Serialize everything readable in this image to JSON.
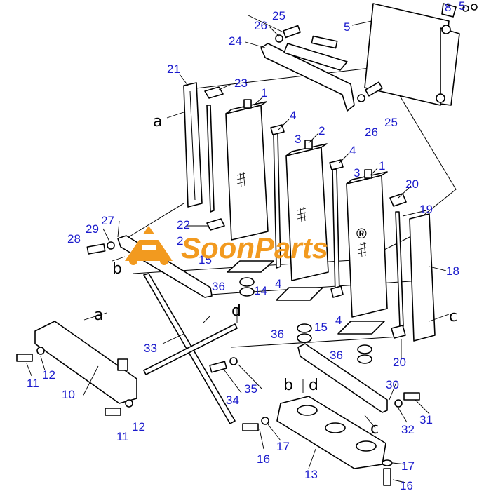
{
  "watermark": {
    "brand": "SoonParts",
    "registered": "®",
    "brand_color": "#f29a1f"
  },
  "callouts": [
    {
      "id": "c1",
      "text": "1"
    },
    {
      "id": "c1b",
      "text": "1"
    },
    {
      "id": "c2",
      "text": "2"
    },
    {
      "id": "c2b",
      "text": "2"
    },
    {
      "id": "c3",
      "text": "3"
    },
    {
      "id": "c3b",
      "text": "3"
    },
    {
      "id": "c4",
      "text": "4"
    },
    {
      "id": "c4b",
      "text": "4"
    },
    {
      "id": "c4c",
      "text": "4"
    },
    {
      "id": "c4d",
      "text": "4"
    },
    {
      "id": "c5",
      "text": "5"
    },
    {
      "id": "c5b",
      "text": "5"
    },
    {
      "id": "c8",
      "text": "8"
    },
    {
      "id": "c10",
      "text": "10"
    },
    {
      "id": "c11",
      "text": "11"
    },
    {
      "id": "c11b",
      "text": "11"
    },
    {
      "id": "c12",
      "text": "12"
    },
    {
      "id": "c12b",
      "text": "12"
    },
    {
      "id": "c13",
      "text": "13"
    },
    {
      "id": "c14",
      "text": "14"
    },
    {
      "id": "c15",
      "text": "15"
    },
    {
      "id": "c15b",
      "text": "15"
    },
    {
      "id": "c16",
      "text": "16"
    },
    {
      "id": "c16b",
      "text": "16"
    },
    {
      "id": "c17",
      "text": "17"
    },
    {
      "id": "c17b",
      "text": "17"
    },
    {
      "id": "c18",
      "text": "18"
    },
    {
      "id": "c19",
      "text": "19"
    },
    {
      "id": "c20",
      "text": "20"
    },
    {
      "id": "c20b",
      "text": "20"
    },
    {
      "id": "c21",
      "text": "21"
    },
    {
      "id": "c22",
      "text": "22"
    },
    {
      "id": "c23",
      "text": "23"
    },
    {
      "id": "c24",
      "text": "24"
    },
    {
      "id": "c25",
      "text": "25"
    },
    {
      "id": "c25b",
      "text": "25"
    },
    {
      "id": "c26",
      "text": "26"
    },
    {
      "id": "c26b",
      "text": "26"
    },
    {
      "id": "c27",
      "text": "27"
    },
    {
      "id": "c28",
      "text": "28"
    },
    {
      "id": "c29",
      "text": "29"
    },
    {
      "id": "c30",
      "text": "30"
    },
    {
      "id": "c31",
      "text": "31"
    },
    {
      "id": "c32",
      "text": "32"
    },
    {
      "id": "c33",
      "text": "33"
    },
    {
      "id": "c34",
      "text": "34"
    },
    {
      "id": "c35",
      "text": "35"
    },
    {
      "id": "c36",
      "text": "36"
    },
    {
      "id": "c36b",
      "text": "36"
    },
    {
      "id": "c36c",
      "text": "36"
    }
  ],
  "refs": [
    {
      "id": "ra1",
      "text": "a"
    },
    {
      "id": "ra2",
      "text": "a"
    },
    {
      "id": "rb1",
      "text": "b"
    },
    {
      "id": "rb2",
      "text": "b"
    },
    {
      "id": "rc1",
      "text": "c"
    },
    {
      "id": "rc2",
      "text": "c"
    },
    {
      "id": "rd1",
      "text": "d"
    },
    {
      "id": "rd2",
      "text": "d"
    }
  ]
}
